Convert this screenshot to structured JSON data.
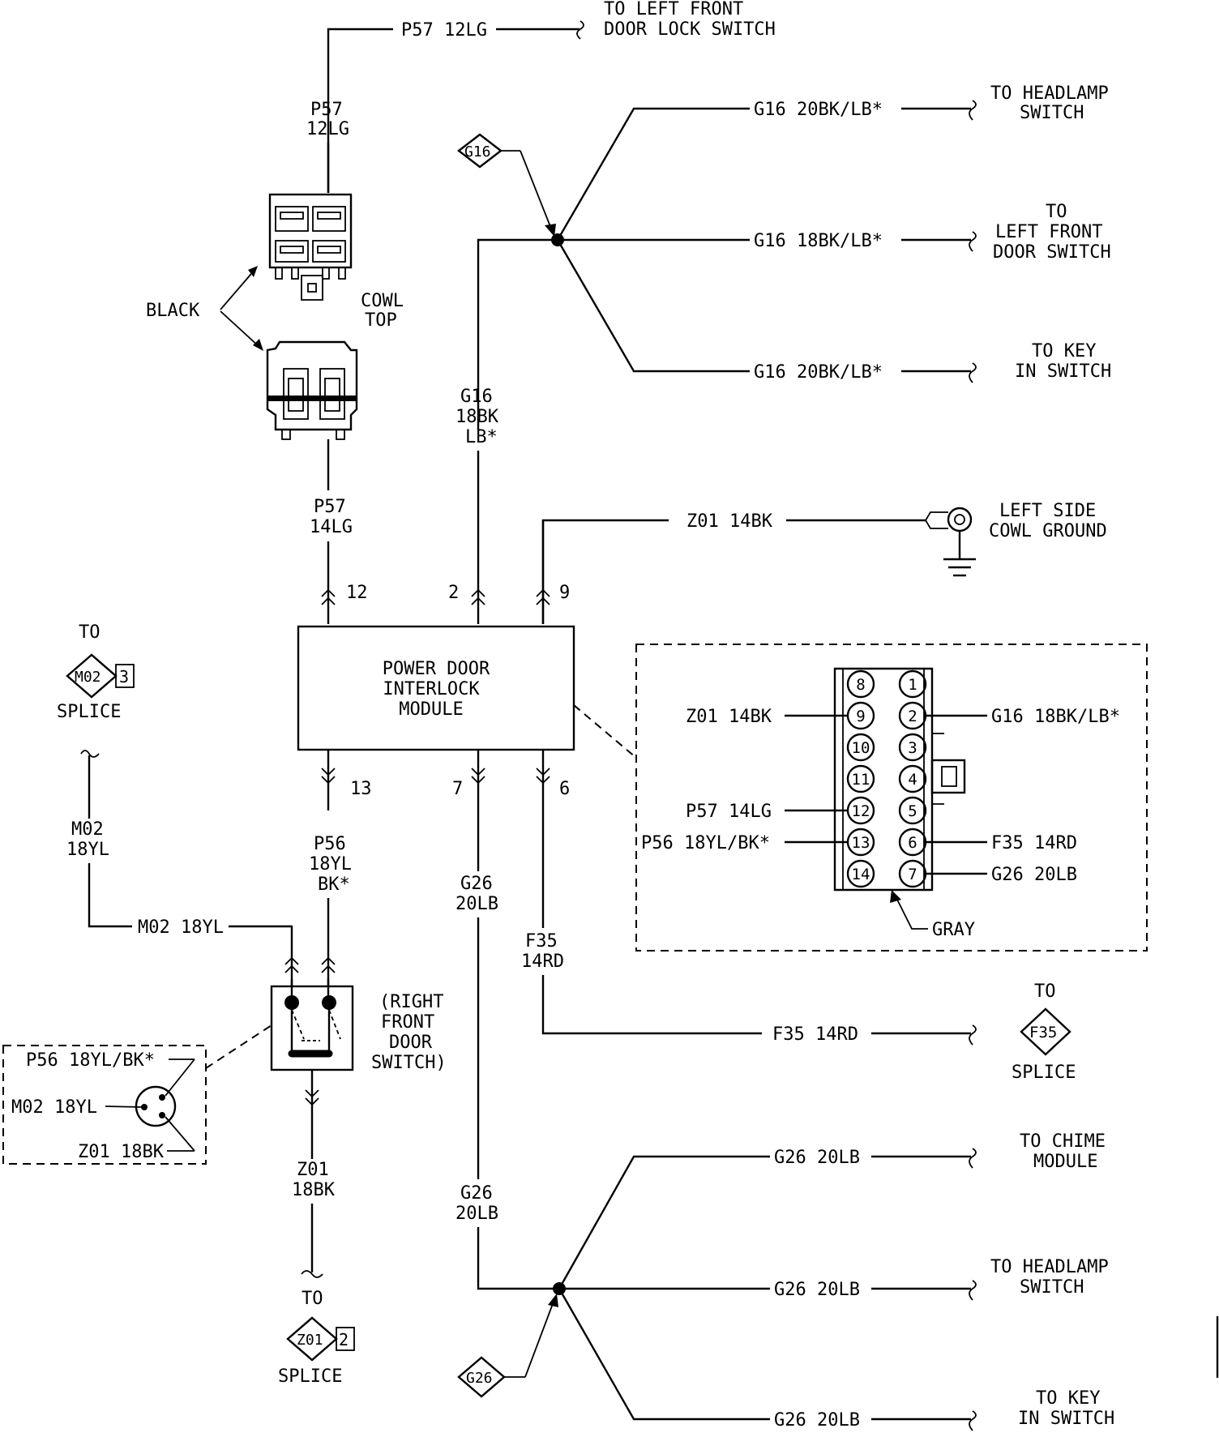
{
  "wires": {
    "p57_top": "P57 12LG",
    "p57_v1": "P57",
    "p57_v2": "12LG",
    "p57_low1": "P57",
    "p57_low2": "14LG",
    "g16_top": "G16 20BK/LB*",
    "g16_mid": "G16 18BK/LB*",
    "g16_bot": "G16 20BK/LB*",
    "g16_v1": "G16",
    "g16_v2": "18BK",
    "g16_v3": "LB*",
    "z01": "Z01 14BK",
    "p56_v1": "P56",
    "p56_v2": "18YL",
    "p56_v3": "BK*",
    "g26_v1": "G26",
    "g26_v2": "20LB",
    "g26_low1": "G26",
    "g26_low2": "20LB",
    "f35_v1": "F35",
    "f35_v2": "14RD",
    "f35_h": "F35 14RD",
    "m02_v1": "M02",
    "m02_v2": "18YL",
    "m02_h": "M02 18YL",
    "z01_v1": "Z01",
    "z01_v2": "18BK",
    "g26_a": "G26 20LB",
    "g26_b": "G26 20LB",
    "g26_c": "G26 20LB"
  },
  "destinations": {
    "left_front_lock_1": "TO LEFT FRONT",
    "left_front_lock_2": "DOOR LOCK SWITCH",
    "headlamp_1": "TO HEADLAMP",
    "headlamp_2": "SWITCH",
    "lf_door_1": "TO",
    "lf_door_2": "LEFT FRONT",
    "lf_door_3": "DOOR SWITCH",
    "key_1": "TO KEY",
    "key_2": "IN SWITCH",
    "ground_1": "LEFT SIDE",
    "ground_2": "COWL GROUND",
    "chime_1": "TO CHIME",
    "chime_2": "MODULE",
    "headlamp2_1": "TO HEADLAMP",
    "headlamp2_2": "SWITCH",
    "key2_1": "TO KEY",
    "key2_2": "IN SWITCH",
    "f35_to": "TO",
    "f35_splice": "SPLICE",
    "m02_to": "TO",
    "m02_splice": "SPLICE",
    "z01_to": "TO",
    "z01_splice": "SPLICE"
  },
  "splices": {
    "g16": "G16",
    "g26": "G26",
    "m02": "M02",
    "m02_num": "3",
    "f35": "F35",
    "z01": "Z01",
    "z01_num": "2"
  },
  "module": {
    "line1": "POWER DOOR",
    "line2": "INTERLOCK",
    "line3": "MODULE",
    "pin_12": "12",
    "pin_2": "2",
    "pin_9": "9",
    "pin_13": "13",
    "pin_7": "7",
    "pin_6": "6"
  },
  "cowl": {
    "black": "BLACK",
    "cowl1": "COWL",
    "cowl2": "TOP"
  },
  "connector": {
    "left_pins": [
      "8",
      "9",
      "10",
      "11",
      "12",
      "13",
      "14"
    ],
    "right_pins": [
      "1",
      "2",
      "3",
      "4",
      "5",
      "6",
      "7"
    ],
    "z01": "Z01 14BK",
    "p57": "P57 14LG",
    "p56": "P56 18YL/BK*",
    "g16": "G16 18BK/LB*",
    "f35": "F35 14RD",
    "g26": "G26 20LB",
    "gray": "GRAY"
  },
  "door_switch": {
    "l1": "(RIGHT",
    "l2": "FRONT",
    "l3": "DOOR",
    "l4": "SWITCH)",
    "p56": "P56 18YL/BK*",
    "m02": "M02 18YL",
    "z01": "Z01 18BK"
  }
}
